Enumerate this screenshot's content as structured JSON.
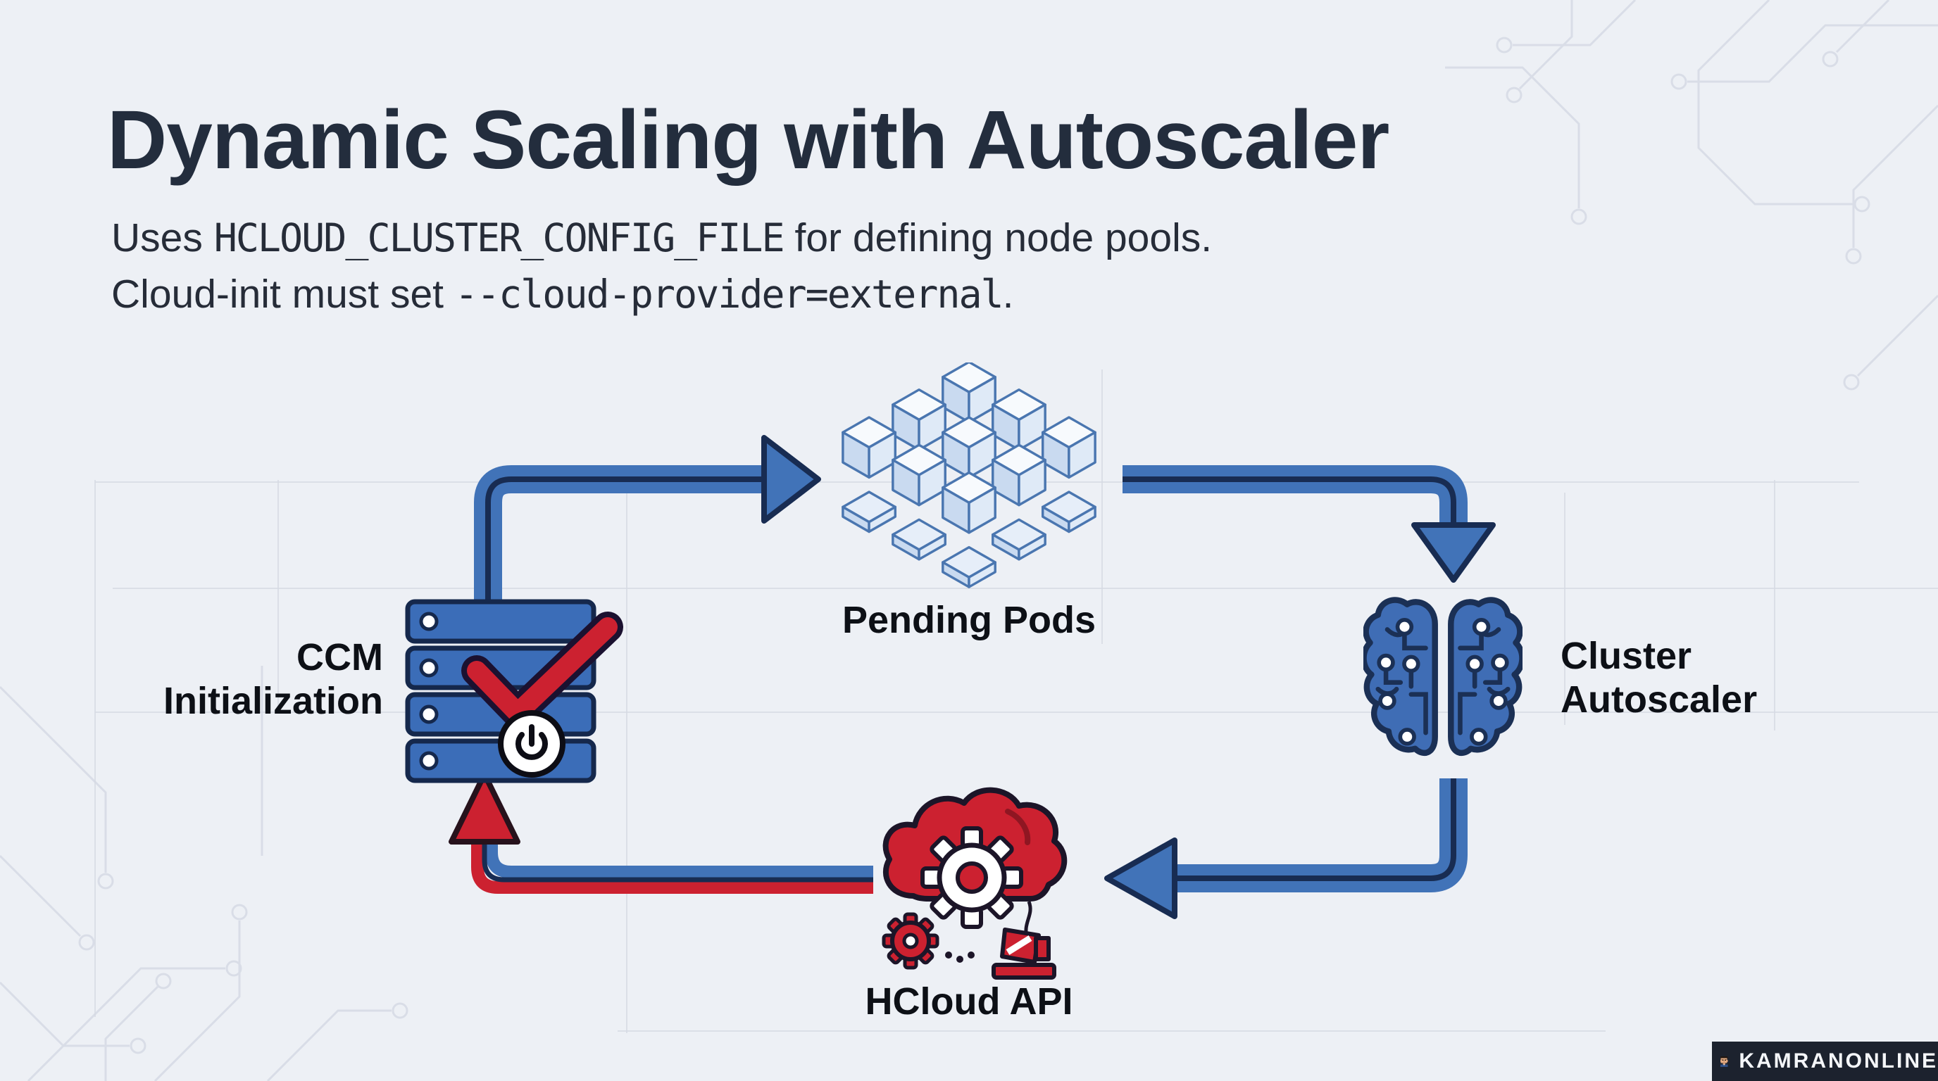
{
  "title": "Dynamic Scaling with Autoscaler",
  "subtitle": {
    "line1": {
      "pre": "Uses ",
      "code": "HCLOUD_CLUSTER_CONFIG_FILE",
      "post": " for defining node pools."
    },
    "line2": {
      "pre": "Cloud-init must set ",
      "code": "--cloud-provider=external",
      "post": "."
    }
  },
  "diagram": {
    "nodes": {
      "ccm": {
        "label_line1": "CCM",
        "label_line2": "Initialization",
        "icon": "server-stack-check-power-icon"
      },
      "pending_pods": {
        "label": "Pending Pods",
        "icon": "isometric-pods-cubes-icon"
      },
      "cluster_autoscaler": {
        "label_line1": "Cluster",
        "label_line2": "Autoscaler",
        "icon": "circuit-brain-icon"
      },
      "hcloud_api": {
        "label": "HCloud API",
        "icon": "cloud-gears-icon"
      }
    },
    "flow": [
      {
        "from": "CCM Initialization",
        "to": "Pending Pods",
        "style": "blue"
      },
      {
        "from": "Pending Pods",
        "to": "Cluster Autoscaler",
        "style": "blue"
      },
      {
        "from": "Cluster Autoscaler",
        "to": "HCloud API",
        "style": "blue"
      },
      {
        "from": "HCloud API",
        "to": "CCM Initialization",
        "style": "blue-red"
      }
    ]
  },
  "watermark": {
    "text": "KAMRANONLINE",
    "avatar": "pixel-avatar-icon"
  },
  "colors": {
    "background": "#edf0f5",
    "title": "#232d3d",
    "body_text": "#262c38",
    "label_text": "#0d1016",
    "arrow_blue": "#4173b8",
    "arrow_dark": "#182c52",
    "accent_red": "#cc2130",
    "node_blue": "#3b6db8",
    "pods_light": "#dce8f7",
    "watermark_bg": "#1c222e",
    "watermark_text": "#f4f6f9"
  }
}
